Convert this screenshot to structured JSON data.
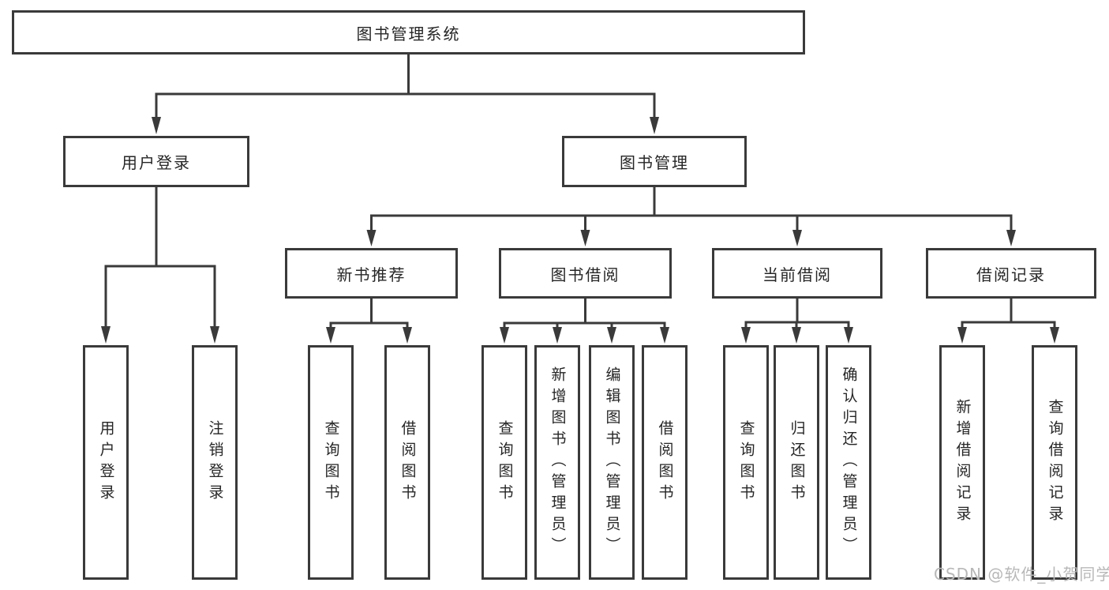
{
  "diagram": {
    "root_label": "图书管理系统",
    "level2": {
      "user_login": "用户登录",
      "book_management": "图书管理"
    },
    "level3": {
      "new_book_recommend": "新书推荐",
      "book_borrow": "图书借阅",
      "current_borrow": "当前借阅",
      "borrow_record": "借阅记录"
    },
    "leaves": {
      "user_login": [
        "用户登录",
        "注销登录"
      ],
      "new_book_recommend": [
        "查询图书",
        "借阅图书"
      ],
      "book_borrow": [
        "查询图书",
        "新增图书（管理员）",
        "编辑图书（管理员）",
        "借阅图书"
      ],
      "current_borrow": [
        "查询图书",
        "归还图书",
        "确认归还（管理员）"
      ],
      "borrow_record": [
        "新增借阅记录",
        "查询借阅记录"
      ]
    }
  },
  "watermark": {
    "text": "CSDN @软件_小贺同学",
    "color": "#b8b8b8"
  },
  "colors": {
    "line": "#3a3a3a",
    "box_border": "#3a3a3a",
    "text": "#262626",
    "background": "#ffffff"
  }
}
